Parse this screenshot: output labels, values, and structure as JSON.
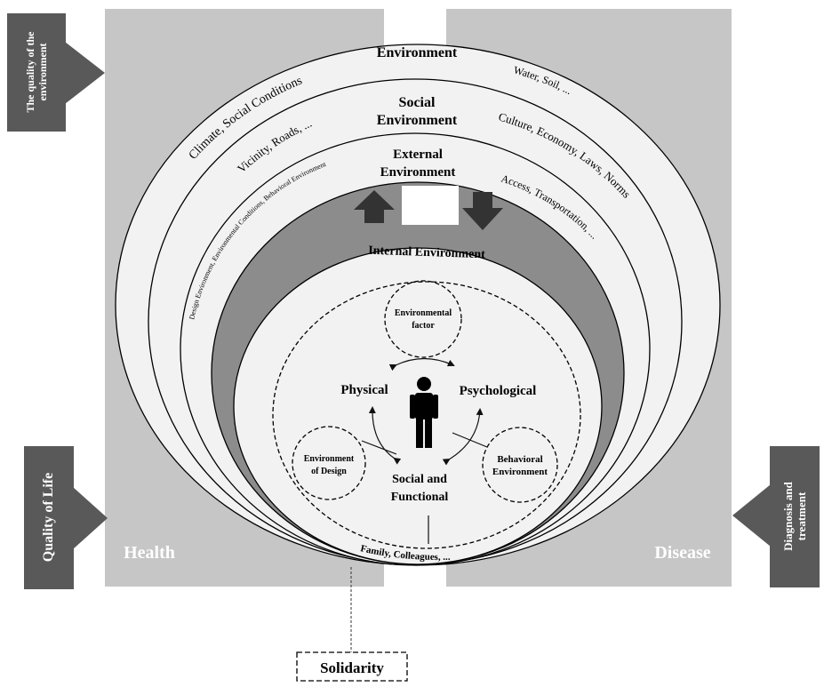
{
  "diagram": {
    "rings": {
      "environment": "Environment",
      "social_environment_line1": "Social",
      "social_environment_line2": "Environment",
      "external_environment_line1": "External",
      "external_environment_line2": "Environment",
      "internal_environment": "Internal Environment"
    },
    "curved": {
      "climate": "Climate, Social Conditions",
      "water": "Water, Soil, ...",
      "vicinity": "Vicinity, Roads, ...",
      "culture": "Culture, Economy, Laws, Norms",
      "design": "Design Environment, Environmental Conditions, Behavioral Environment",
      "access": "Access, Transportation, ...",
      "family": "Family, Colleagues, ..."
    },
    "inner": {
      "env_factor_line1": "Environmental",
      "env_factor_line2": "factor",
      "physical": "Physical",
      "psychological": "Psychological",
      "social_line1": "Social and",
      "social_line2": "Functional",
      "design_line1": "Environment",
      "design_line2": "of Design",
      "behavioral_line1": "Behavioral",
      "behavioral_line2": "Environment"
    },
    "panels": {
      "health": "Health",
      "disease": "Disease"
    },
    "side_labels": {
      "quality_env_line1": "The quality of the",
      "quality_env_line2": "environment",
      "quality_life": "Quality of Life",
      "diagnosis_line1": "Diagnosis and",
      "diagnosis_line2": "treatment"
    },
    "solidarity": "Solidarity",
    "colors": {
      "panel_gray": "#c6c6c6",
      "callout_gray": "#595959",
      "ring_fill": "#f2f2f2",
      "gap_dark": "#8c8c8c",
      "arrow_dark": "#333333"
    }
  }
}
